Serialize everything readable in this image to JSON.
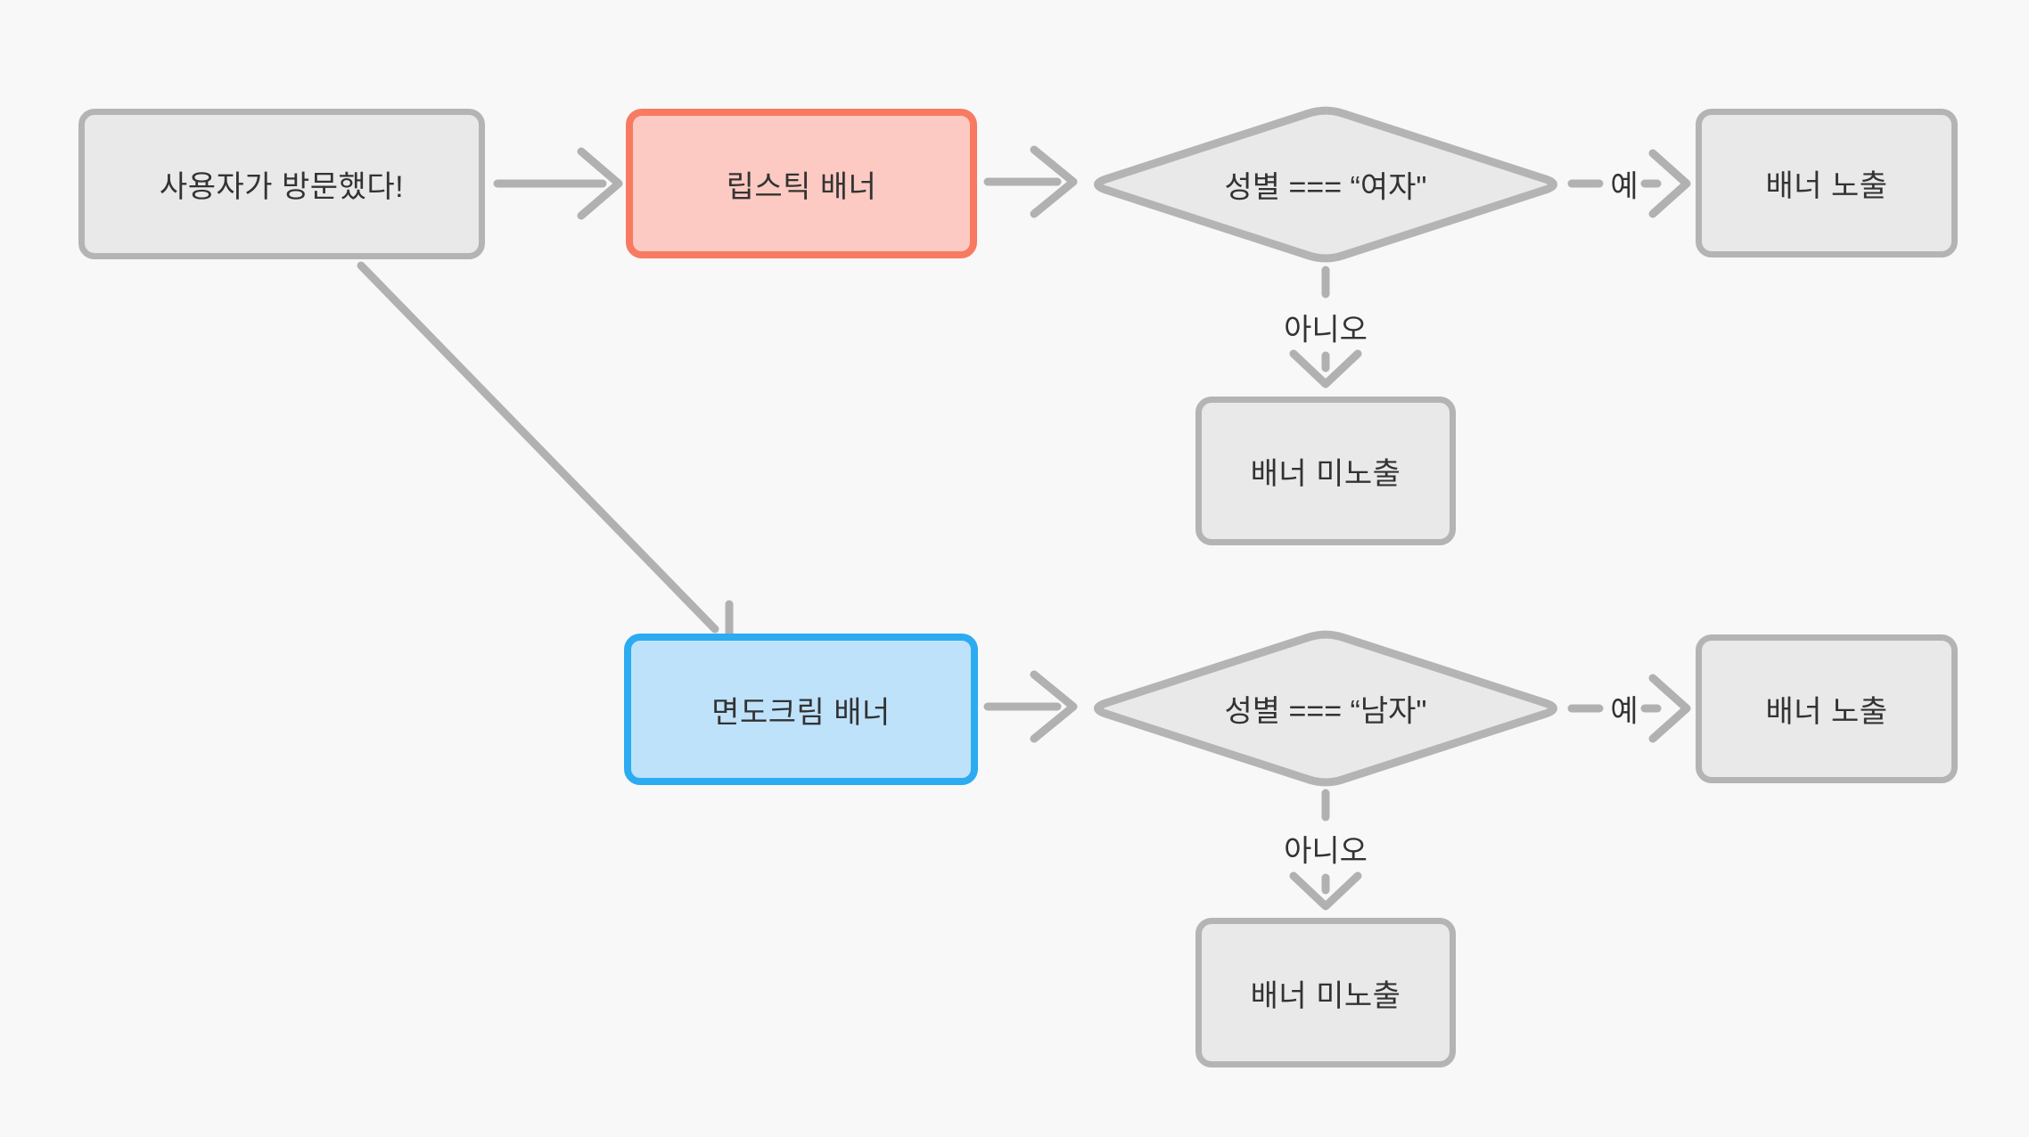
{
  "diagram": {
    "background_color": "#f8f8f8",
    "palette": {
      "node_fill": "#e9e9e9",
      "node_border": "#b4b4b4",
      "connector": "#b1b1b1",
      "text": "#333333",
      "lipstick_fill": "#fccac2",
      "lipstick_border": "#f87a62",
      "shaving_fill": "#bfe2fb",
      "shaving_border": "#2cabf1"
    },
    "nodes": {
      "start": {
        "label": "사용자가 방문했다!"
      },
      "lipstick_banner": {
        "label": "립스틱 배너"
      },
      "condition_female": {
        "label": "성별 === “여자\""
      },
      "banner_shown_top": {
        "label": "배너 노출"
      },
      "banner_hidden_top": {
        "label": "배너 미노출"
      },
      "shaving_banner": {
        "label": "면도크림 배너"
      },
      "condition_male": {
        "label": "성별 === “남자\""
      },
      "banner_shown_bottom": {
        "label": "배너 노출"
      },
      "banner_hidden_bottom": {
        "label": "배너 미노출"
      }
    },
    "edge_labels": {
      "yes_top": "예",
      "no_top": "아니오",
      "yes_bottom": "예",
      "no_bottom": "아니오"
    }
  }
}
